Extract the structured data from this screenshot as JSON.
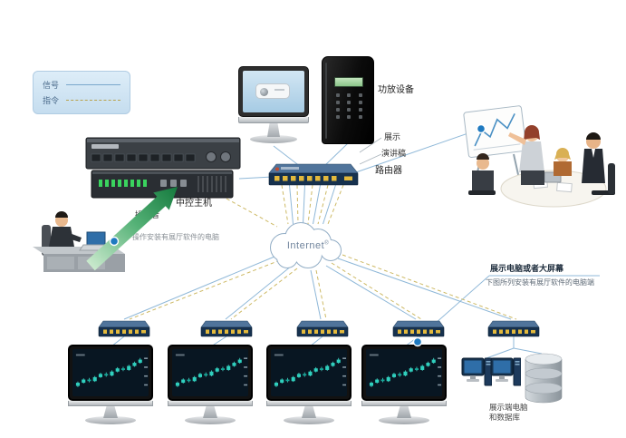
{
  "legend": {
    "signal_label": "信号",
    "command_label": "指令"
  },
  "labels": {
    "amplifier": "功放设备",
    "display": "展示",
    "speech": "演讲稿",
    "router": "路由器",
    "central_host": "中控主机",
    "operator": "操作者",
    "operator_desc": "操作安装有展厅软件的电脑",
    "internet": "Internet",
    "internet_reg": "®",
    "bigscreen": "展示电脑或者大屏幕",
    "bigscreen_desc": "下图所列安装有展厅软件的电脑端",
    "terminal_line1": "展示端电脑",
    "terminal_line2": "和数据库"
  },
  "colors": {
    "signal_line": "#8fb8d8",
    "command_line": "#cdb964",
    "junction_dot": "#1f7ac0",
    "arrow_green": "#2f9e57",
    "router_body": "#16314e",
    "port_yellow": "#e3b93c",
    "led_green": "#3ad45e"
  },
  "monitor_chart": {
    "type": "candlestick",
    "up_color": "#2fd0be",
    "down_color": "#15a89a",
    "wick_color": "#49e0cf",
    "candles": [
      [
        18,
        26,
        29,
        15
      ],
      [
        26,
        34,
        37,
        24
      ],
      [
        34,
        30,
        38,
        27
      ],
      [
        30,
        40,
        43,
        28
      ],
      [
        40,
        48,
        51,
        38
      ],
      [
        48,
        44,
        52,
        41
      ],
      [
        44,
        54,
        57,
        42
      ],
      [
        54,
        62,
        65,
        52
      ],
      [
        62,
        58,
        66,
        55
      ],
      [
        58,
        68,
        71,
        56
      ],
      [
        68,
        76,
        79,
        66
      ],
      [
        76,
        84,
        88,
        74
      ]
    ]
  },
  "counts": {
    "switch_nodes": 5,
    "display_monitors": 4,
    "terminal_pcs": 2
  }
}
